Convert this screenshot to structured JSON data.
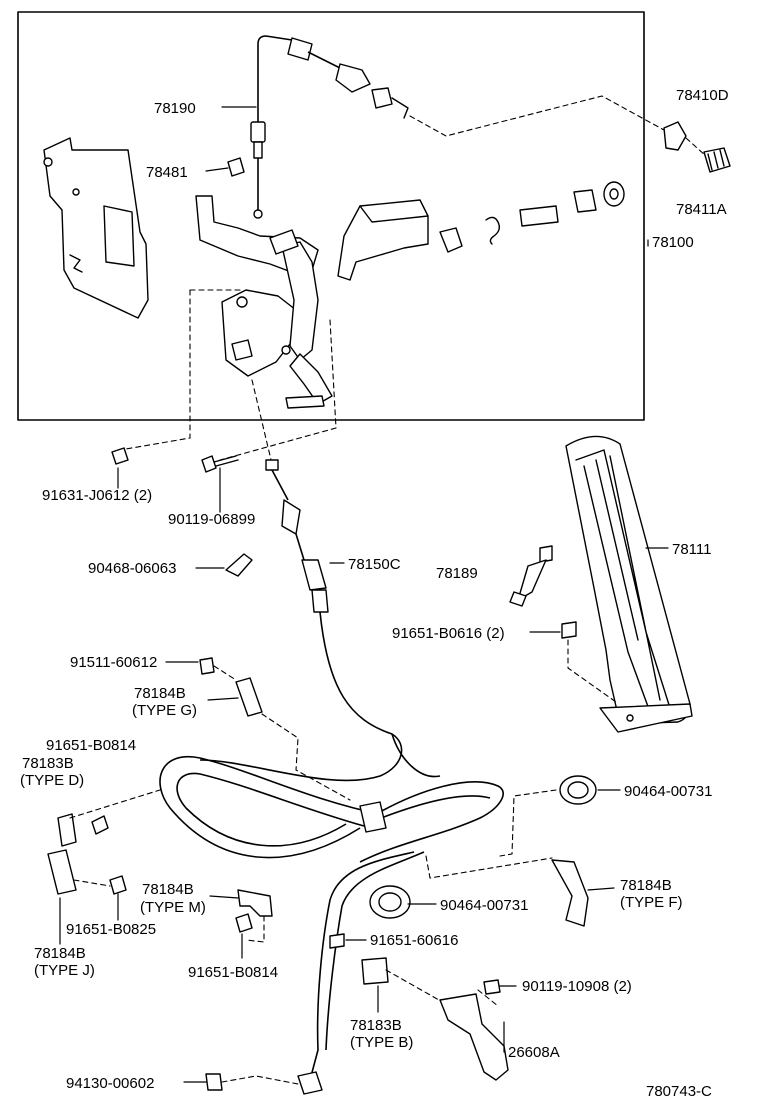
{
  "diagram_code": "780743-C",
  "colors": {
    "line": "#000000",
    "background": "#ffffff"
  },
  "labels": {
    "l78190": "78190",
    "l78481": "78481",
    "l78410D": "78410D",
    "l78411A": "78411A",
    "l78100": "78100",
    "l91631": "91631-J0612 (2)",
    "l90119a": "90119-06899",
    "l90468": "90468-06063",
    "l78150C": "78150C",
    "l78111": "78111",
    "l78189": "78189",
    "l91651_B0616": "91651-B0616 (2)",
    "l91511": "91511-60612",
    "l78184B_G": "78184B",
    "tG": "(TYPE G)",
    "l91651_B0814a": "91651-B0814",
    "l78183B_D": "78183B",
    "tD": "(TYPE D)",
    "l90464a": "90464-00731",
    "l78184B_F": "78184B",
    "tF": "(TYPE F)",
    "l78184B_M": "78184B",
    "tM": "(TYPE M)",
    "l90464b": "90464-00731",
    "l91651_B0825": "91651-B0825",
    "l78184B_J": "78184B",
    "tJ": "(TYPE J)",
    "l91651_60616": "91651-60616",
    "l91651_B0814b": "91651-B0814",
    "l90119b": "90119-10908 (2)",
    "l78183B_B": "78183B",
    "tB": "(TYPE B)",
    "l26608A": "26608A",
    "l94130": "94130-00602"
  }
}
